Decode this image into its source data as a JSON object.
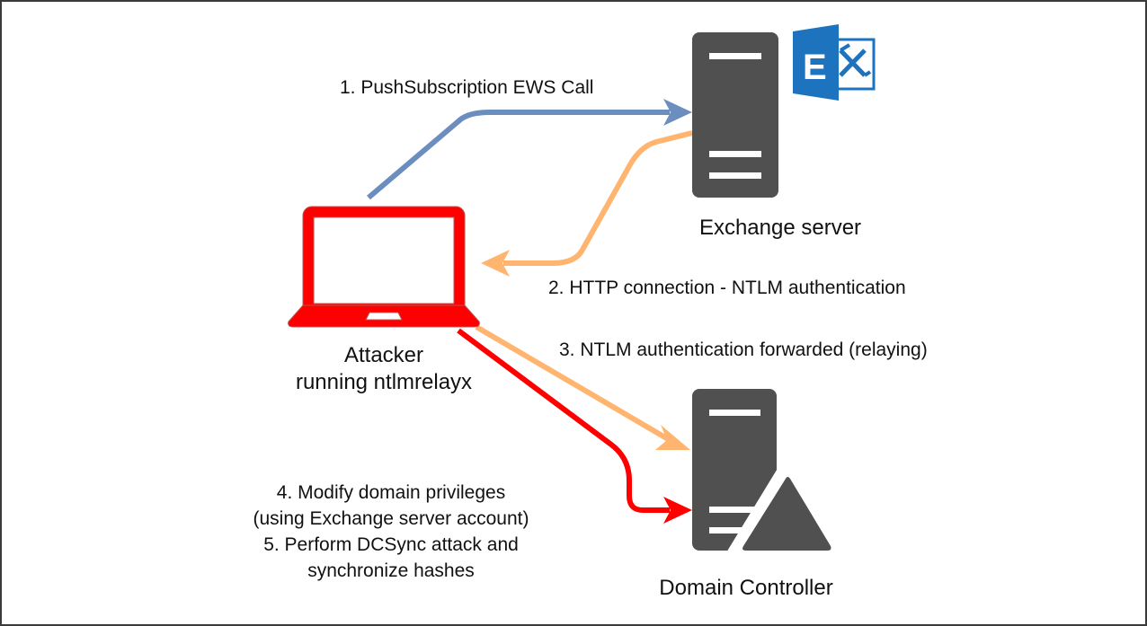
{
  "diagram": {
    "title": "Exchange PushSubscription NTLM relay attack (PrivExchange)",
    "nodes": {
      "exchange": {
        "label": "Exchange server",
        "icon": "server-icon",
        "badge_icon": "microsoft-exchange-logo-icon"
      },
      "attacker": {
        "label_line1": "Attacker",
        "label_line2": "running ntlmrelayx",
        "icon": "laptop-icon"
      },
      "dc": {
        "label": "Domain Controller",
        "icon": "domain-controller-server-icon"
      }
    },
    "edges": [
      {
        "from": "attacker",
        "to": "exchange",
        "label": "1. PushSubscription EWS Call",
        "color": "#6C8EBF"
      },
      {
        "from": "exchange",
        "to": "attacker",
        "label": "2. HTTP connection - NTLM authentication",
        "color": "#FFB570"
      },
      {
        "from": "attacker",
        "to": "dc",
        "label": "3. NTLM authentication forwarded (relaying)",
        "color": "#FFB570"
      },
      {
        "from": "attacker",
        "to": "dc",
        "label_lines": [
          "4. Modify domain privileges",
          "(using Exchange server account)",
          "5. Perform DCSync attack and",
          "synchronize hashes"
        ],
        "color": "#FF0000"
      }
    ],
    "colors": {
      "server": "#505050",
      "exchange_blue": "#1E73BE",
      "laptop": "#FF0000",
      "laptop_outline": "#B85450"
    }
  }
}
